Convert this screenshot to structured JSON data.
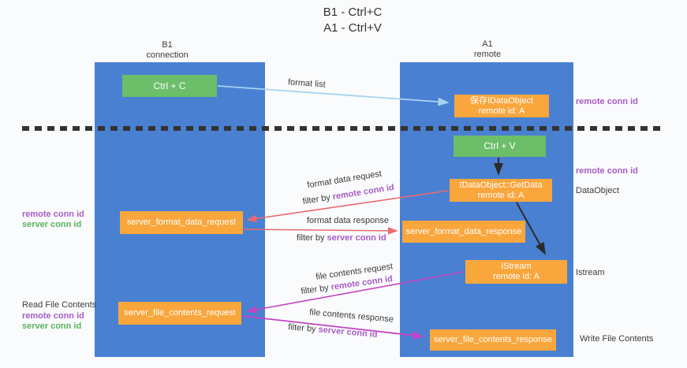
{
  "title": {
    "line1": "B1 - Ctrl+C",
    "line2": "A1 - Ctrl+V"
  },
  "lanes": {
    "b1": {
      "name": "B1",
      "role": "connection"
    },
    "a1": {
      "name": "A1",
      "role": "remote"
    }
  },
  "nodes": {
    "ctrl_c": {
      "label": "Ctrl + C"
    },
    "ctrl_v": {
      "label": "Ctrl + V"
    },
    "save_dataobject": {
      "line1": "保存IDataObject",
      "line2": "remote id: A"
    },
    "getdata": {
      "line1": "IDataObject::GetData",
      "line2": "remote id: A"
    },
    "istream": {
      "line1": "IStream",
      "line2": "remote id: A"
    },
    "format_request": {
      "label": "server_format_data_request"
    },
    "format_response": {
      "label": "server_format_data_response"
    },
    "file_request": {
      "label": "server_file_contents_request"
    },
    "file_response": {
      "label": "server_file_contents_response"
    }
  },
  "edge_labels": {
    "format_list": "format list",
    "format_data_request": "format data request",
    "format_data_request_filter": {
      "prefix": "filter by ",
      "id": "remote conn id"
    },
    "format_data_response": "format data response",
    "format_data_response_filter": {
      "prefix": "filter by ",
      "id": "server conn id"
    },
    "file_contents_request": "file contents request",
    "file_contents_request_filter": {
      "prefix": "filter by ",
      "id": "remote conn id"
    },
    "file_contents_response": "file contents response",
    "file_contents_response_filter": {
      "prefix": "filter by ",
      "id": "server conn id"
    }
  },
  "side_labels": {
    "right_remote_conn_id_top": "remote conn id",
    "right_remote_conn_id_mid": "remote conn id",
    "dataobject": "DataObject",
    "istream": "Istream",
    "write_file_contents": "Write File Contents",
    "left_remote_conn_id_top": "remote conn id",
    "left_server_conn_id_top": "server conn id",
    "read_file_contents": "Read File Contents",
    "left_remote_conn_id_bottom": "remote conn id",
    "left_server_conn_id_bottom": "server conn id"
  },
  "colors": {
    "lane_blue": "#4a80d2",
    "node_orange": "#f9a63c",
    "node_green": "#6cbe68",
    "label_purple": "#a85cc8",
    "label_green": "#58b35c",
    "arrow_red": "#e96a6e",
    "arrow_magenta": "#c344c3",
    "arrow_lightblue": "#a5d3f2",
    "arrow_black": "#2b2b2b",
    "dashed_divider": "#333333"
  }
}
